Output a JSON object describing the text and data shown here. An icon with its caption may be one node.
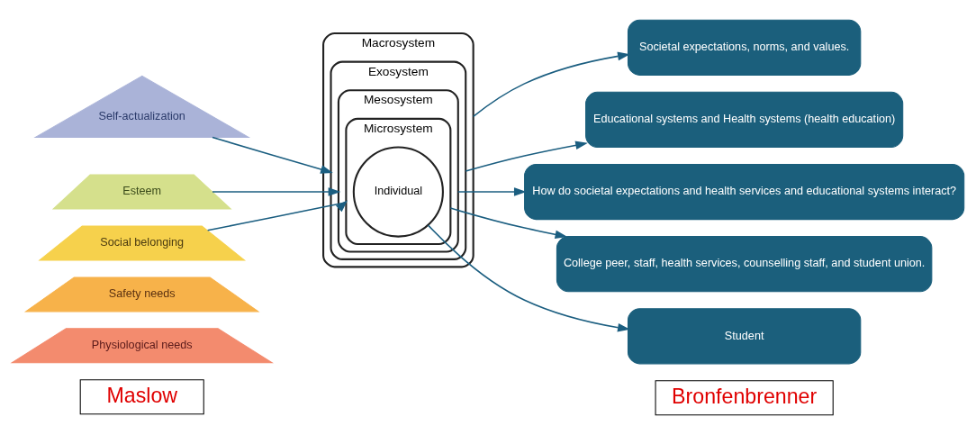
{
  "diagram": {
    "nodes": [
      {
        "text": [
          "Self-actualization"
        ]
      },
      {
        "text": [
          "Esteem"
        ]
      },
      {
        "text": [
          "Social belonging"
        ]
      },
      {
        "text": [
          "Safety needs"
        ]
      },
      {
        "text": [
          "Physiological needs"
        ]
      },
      {
        "text": [
          "Maslow"
        ]
      },
      {
        "text": [
          "Macrosystem"
        ]
      },
      {
        "text": [
          "Exosystem"
        ],
        "in": 6
      },
      {
        "text": [
          "Mesosystem"
        ],
        "in": 7
      },
      {
        "text": [
          "Microsystem"
        ],
        "in": 8
      },
      {
        "text": [
          "Individual"
        ],
        "in": 9
      },
      {
        "text": [
          "Societal expectations, norms, and values."
        ]
      },
      {
        "text": [
          "Educational systems and Health systems (health education)"
        ]
      },
      {
        "text": [
          "How do societal expectations and health services and educational systems interact?"
        ]
      },
      {
        "text": [
          "College peer, staff, health services, counselling staff, and student union."
        ]
      },
      {
        "text": [
          "Student"
        ]
      },
      {
        "text": [
          "Bronfenbrenner"
        ]
      }
    ],
    "edges": [
      {
        "from": 0,
        "to": 7,
        "arrow": "to"
      },
      {
        "from": 1,
        "to": 8,
        "arrow": "to"
      },
      {
        "from": 2,
        "to": 9,
        "arrow": "to"
      },
      {
        "from": 6,
        "to": 11,
        "arrow": "to"
      },
      {
        "from": 7,
        "to": 12,
        "arrow": "to"
      },
      {
        "from": 8,
        "to": 13,
        "arrow": "to"
      },
      {
        "from": 9,
        "to": 14,
        "arrow": "to"
      },
      {
        "from": 10,
        "to": 15,
        "arrow": "to"
      }
    ]
  }
}
